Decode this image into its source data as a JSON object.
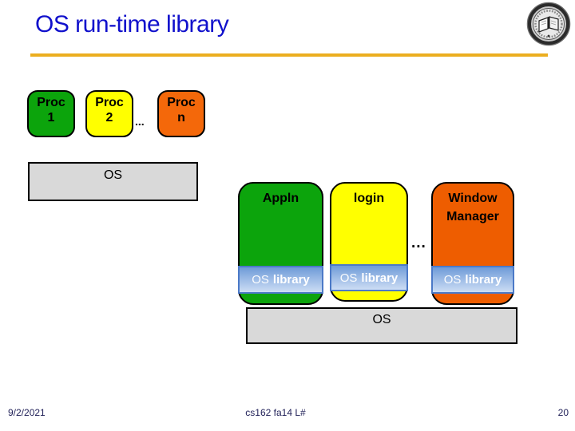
{
  "title": "OS run-time library",
  "title_color": "#1111CC",
  "accent_rule_color": "#EBAE1F",
  "logo": {
    "name": "university-seal",
    "style": "grayscale circular seal with open book"
  },
  "proc_row": {
    "items": [
      {
        "label": "Proc\n1",
        "color": "#0CA40C"
      },
      {
        "label": "Proc\n2",
        "color": "#FFFF00"
      },
      {
        "label": "Proc\nn",
        "color": "#F4680A"
      }
    ],
    "ellipsis": "..."
  },
  "os_top": {
    "label": "OS",
    "color": "#D9D9D9"
  },
  "stacks": {
    "items": [
      {
        "label": "Appln",
        "color": "#0CA40C",
        "lib_prefix": "OS",
        "lib_word": "library"
      },
      {
        "label": "login",
        "color": "#FFFF00",
        "lib_prefix": "OS",
        "lib_word": "library"
      },
      {
        "label": "Window\nManager",
        "color": "#EE5D00",
        "lib_prefix": "OS",
        "lib_word": "library"
      }
    ],
    "ellipsis": "...",
    "band_border_color": "#4B79C7",
    "band_gradient": [
      "#6E9BD8",
      "#A3C0E8",
      "#CDDDF4"
    ],
    "band_text_color": "#FFFFFF"
  },
  "os_bottom": {
    "label": "OS",
    "color": "#D9D9D9"
  },
  "footer": {
    "date": "9/2/2021",
    "course": "cs162 fa14 L#",
    "page": "20"
  }
}
